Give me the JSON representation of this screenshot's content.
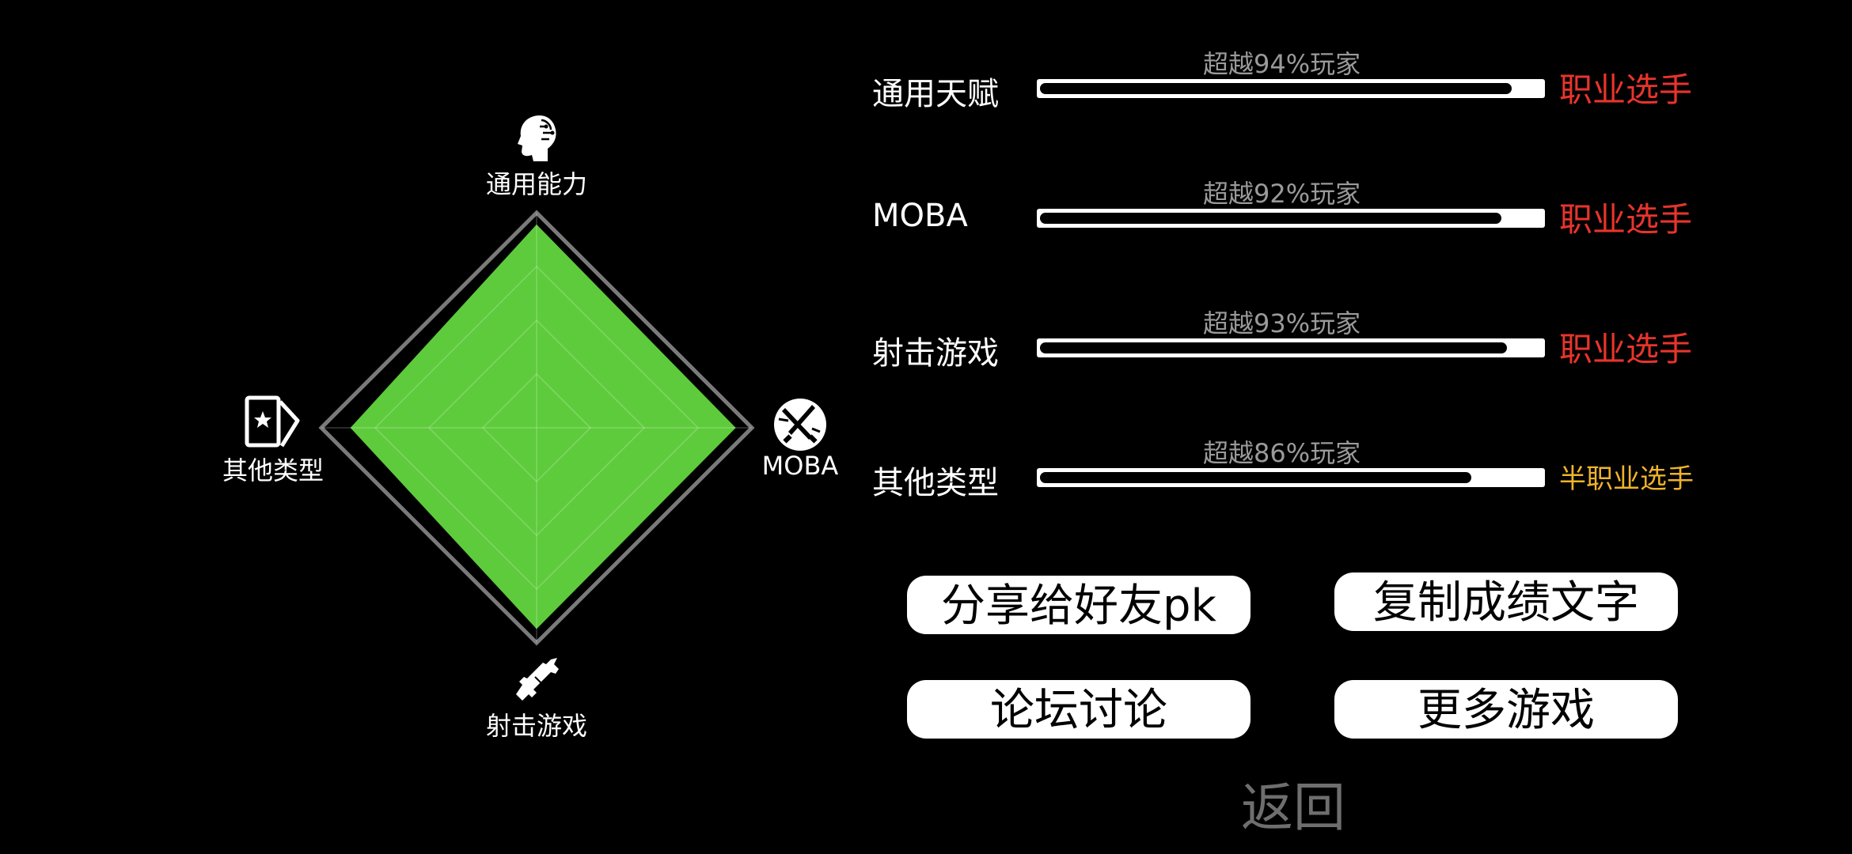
{
  "colors": {
    "background": "#000000",
    "radar_fill": "#5ecb3c",
    "pro_rank": "#e8342c",
    "semi_pro_rank": "#f0b429",
    "percent_text": "#9a9a9a",
    "back_text": "#6e6e6e"
  },
  "radar": {
    "axes": [
      {
        "key": "top",
        "label": "通用能力",
        "icon": "ai-head-icon",
        "value": 0.94
      },
      {
        "key": "right",
        "label": "MOBA",
        "icon": "moba-swords-icon",
        "value": 0.92
      },
      {
        "key": "bottom",
        "label": "射击游戏",
        "icon": "rifle-icon",
        "value": 0.93
      },
      {
        "key": "left",
        "label": "其他类型",
        "icon": "card-star-icon",
        "value": 0.86
      }
    ],
    "rings": 4
  },
  "stats": [
    {
      "name": "通用天赋",
      "percent_text": "超越94%玩家",
      "fill": 0.94,
      "rank": "职业选手",
      "rank_color": "#e8342c"
    },
    {
      "name": "MOBA",
      "percent_text": "超越92%玩家",
      "fill": 0.92,
      "rank": "职业选手",
      "rank_color": "#e8342c"
    },
    {
      "name": "射击游戏",
      "percent_text": "超越93%玩家",
      "fill": 0.93,
      "rank": "职业选手",
      "rank_color": "#e8342c"
    },
    {
      "name": "其他类型",
      "percent_text": "超越86%玩家",
      "fill": 0.86,
      "rank": "半职业选手",
      "rank_color": "#f0b429"
    }
  ],
  "buttons": {
    "share": "分享给好友pk",
    "copy": "复制成绩文字",
    "forum": "论坛讨论",
    "more": "更多游戏"
  },
  "back_label": "返回"
}
